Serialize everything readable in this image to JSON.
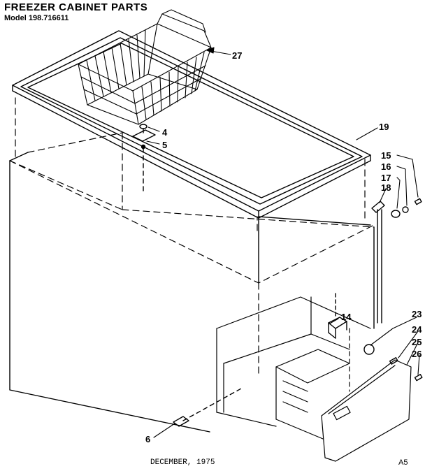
{
  "header": {
    "title": "FREEZER CABINET PARTS",
    "model": "Model 198.716611"
  },
  "footer": {
    "date": "DECEMBER, 1975",
    "code": "A5"
  },
  "callouts": [
    "27",
    "4",
    "5",
    "19",
    "15",
    "16",
    "17",
    "18",
    "14",
    "23",
    "24",
    "25",
    "26",
    "6"
  ],
  "colors": {
    "ink": "#000000",
    "paper": "#ffffff"
  }
}
